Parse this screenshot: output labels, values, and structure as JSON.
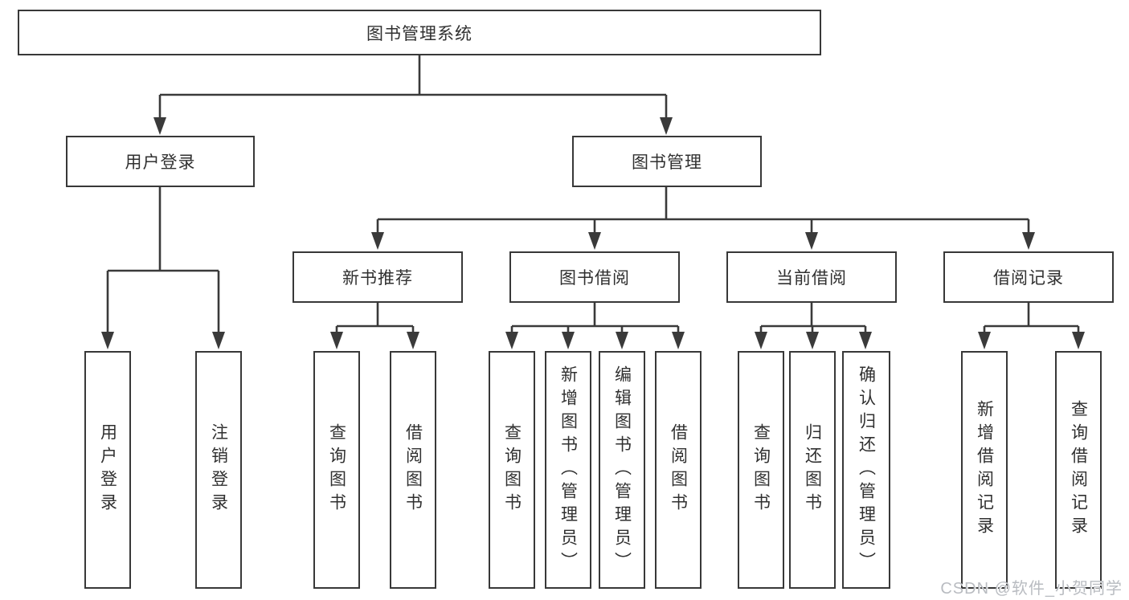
{
  "tree": {
    "root": "图书管理系统",
    "children": [
      {
        "label": "用户登录",
        "children": [
          "用户登录",
          "注销登录"
        ]
      },
      {
        "label": "图书管理",
        "children": [
          {
            "label": "新书推荐",
            "children": [
              "查询图书",
              "借阅图书"
            ]
          },
          {
            "label": "图书借阅",
            "children": [
              "查询图书",
              "新增图书（管理员）",
              "编辑图书（管理员）",
              "借阅图书"
            ]
          },
          {
            "label": "当前借阅",
            "children": [
              "查询图书",
              "归还图书",
              "确认归还（管理员）"
            ]
          },
          {
            "label": "借阅记录",
            "children": [
              "新增借阅记录",
              "查询借阅记录"
            ]
          }
        ]
      }
    ]
  },
  "watermark": "CSDN @软件_小贺同学",
  "colors": {
    "line": "#3a3a3a",
    "box_border": "#383838",
    "text": "#303030",
    "background": "#ffffff",
    "watermark": "#b9bcc1"
  }
}
